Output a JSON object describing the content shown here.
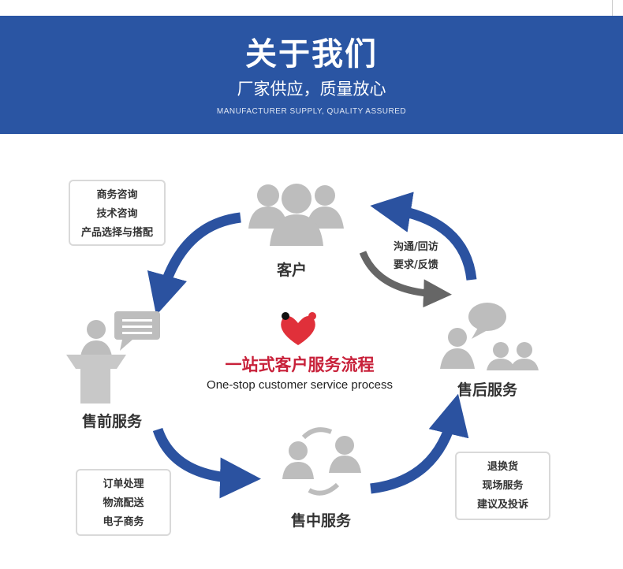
{
  "header": {
    "title": "关于我们",
    "subtitle": "厂家供应，质量放心",
    "subtitle_en": "MANUFACTURER SUPPLY, QUALITY ASSURED",
    "color": "#2a55a3"
  },
  "center": {
    "title": "一站式客户服务流程",
    "subtitle": "One-stop customer service process",
    "title_color": "#c8213a"
  },
  "stages": {
    "customer": "客户",
    "presale": "售前服务",
    "insale": "售中服务",
    "aftersale": "售后服务"
  },
  "presale_box": [
    "商务咨询",
    "技术咨询",
    "产品选择与搭配"
  ],
  "insale_box": [
    "订单处理",
    "物流配送",
    "电子商务"
  ],
  "aftersale_box": [
    "退换货",
    "现场服务",
    "建议及投诉"
  ],
  "feedback": [
    "沟通/回访",
    "要求/反馈"
  ],
  "colors": {
    "arrow_blue": "#2b52a0",
    "arrow_gray": "#666666",
    "icon_gray": "#bdbdbd"
  }
}
